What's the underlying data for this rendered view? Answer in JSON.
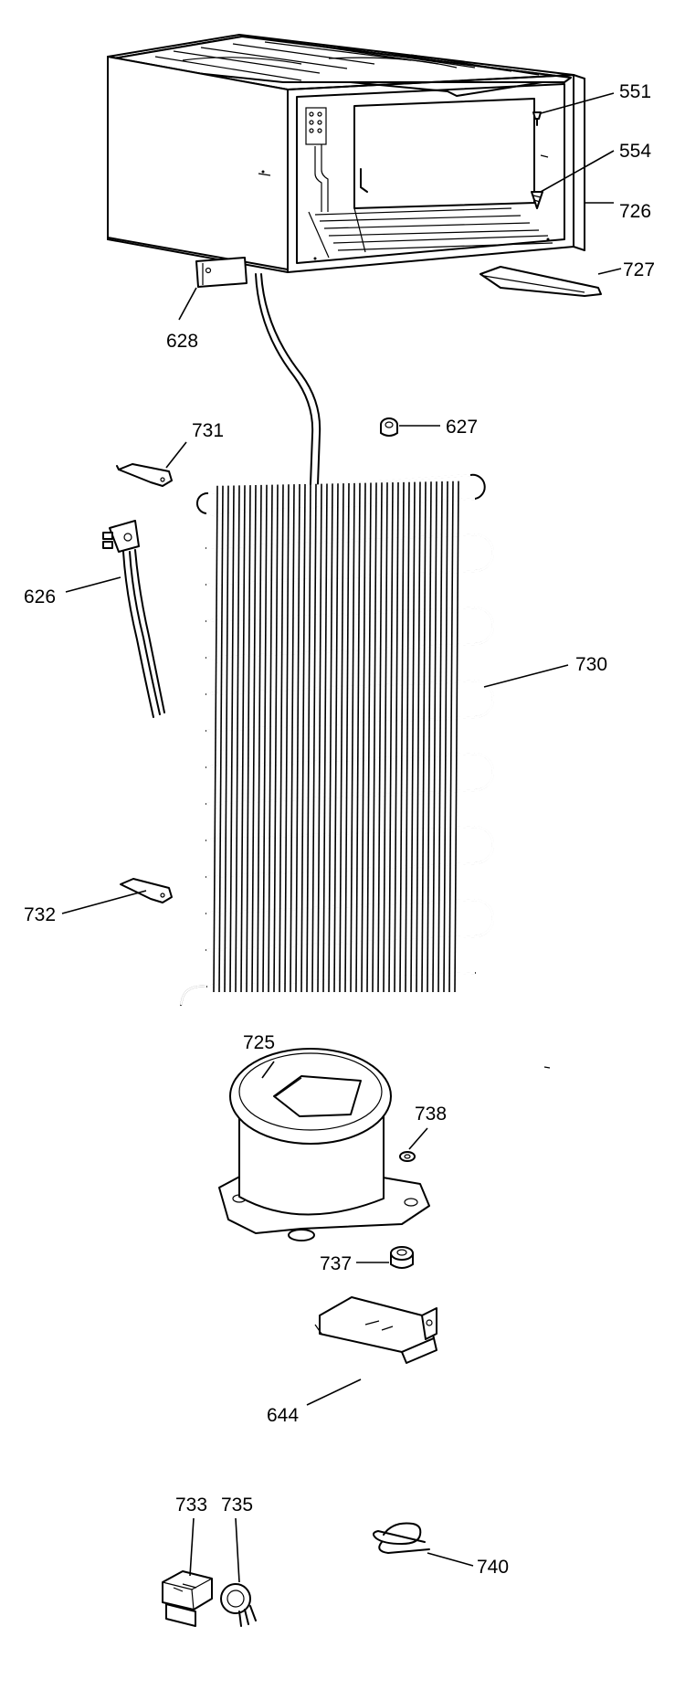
{
  "diagram": {
    "callouts": [
      {
        "id": "551",
        "text": "551"
      },
      {
        "id": "554",
        "text": "554"
      },
      {
        "id": "726",
        "text": "726"
      },
      {
        "id": "727",
        "text": "727"
      },
      {
        "id": "628",
        "text": "628"
      },
      {
        "id": "731",
        "text": "731"
      },
      {
        "id": "627",
        "text": "627"
      },
      {
        "id": "626",
        "text": "626"
      },
      {
        "id": "730",
        "text": "730"
      },
      {
        "id": "732",
        "text": "732"
      },
      {
        "id": "725",
        "text": "725"
      },
      {
        "id": "738",
        "text": "738"
      },
      {
        "id": "737",
        "text": "737"
      },
      {
        "id": "644",
        "text": "644"
      },
      {
        "id": "733",
        "text": "733"
      },
      {
        "id": "735",
        "text": "735"
      },
      {
        "id": "740",
        "text": "740"
      }
    ],
    "parts": {
      "cabinet": "cabinet-liner-icon",
      "condenser": "condenser-coil-icon",
      "compressor": "compressor-icon",
      "bracket": "mounting-bracket-icon",
      "relay": "relay-icon",
      "overload": "overload-protector-icon",
      "clip": "spring-clip-icon"
    }
  }
}
